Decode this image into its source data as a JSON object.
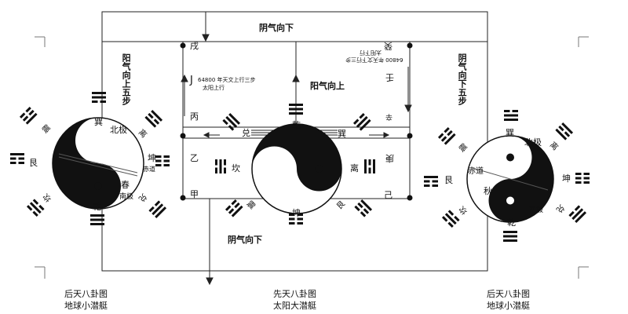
{
  "top_label": "阴气向下",
  "bottom_label": "阴气向下",
  "left_vertical": "阳气向上五步",
  "right_vertical": "阴气向下五步",
  "center_up_label": "阳气向上",
  "note_left_mark": "J",
  "note_left_1": "64800 年天文上行三步",
  "note_left_2": "太阳上行",
  "note_right_flipped": [
    "64800 年天文下行三步",
    "太阳下行"
  ],
  "branches": {
    "xu": "戌",
    "bing": "丙",
    "yi": "乙",
    "jia": "甲",
    "gui": "癸",
    "ren": "壬",
    "xin": "辛",
    "geng": "庚",
    "ji": "己"
  },
  "left_diagram": {
    "trigrams": {
      "xun": "巽",
      "li": "离",
      "kun": "坤",
      "dui": "兑",
      "qian": "乾",
      "kan": "坎",
      "gen": "艮",
      "zhen": "震"
    },
    "labels": {
      "north_pole": "北极",
      "summer": "夏",
      "red_band": "赤道",
      "spring": "春",
      "south_pole": "南极"
    },
    "caption": [
      "后天八卦图",
      "地球小潜艇"
    ]
  },
  "center_diagram": {
    "trigrams": {
      "qian": "乾",
      "kan": "坎",
      "kun": "坤",
      "li": "离",
      "zhen": "震",
      "dui": "兑",
      "gen": "艮",
      "xun": "巽"
    },
    "caption": [
      "先天八卦图",
      "太阳大潜艇"
    ]
  },
  "right_diagram": {
    "trigrams": {
      "xun": "巽",
      "li": "离",
      "kun": "坤",
      "dui": "兑",
      "qian": "乾",
      "kan": "坎",
      "gen": "艮",
      "zhen": "震"
    },
    "labels": {
      "north_pole": "北极",
      "red_band": "赤道",
      "autumn": "秋",
      "south_pole": "南极"
    },
    "caption": [
      "后天八卦图",
      "地球小潜艇"
    ]
  }
}
